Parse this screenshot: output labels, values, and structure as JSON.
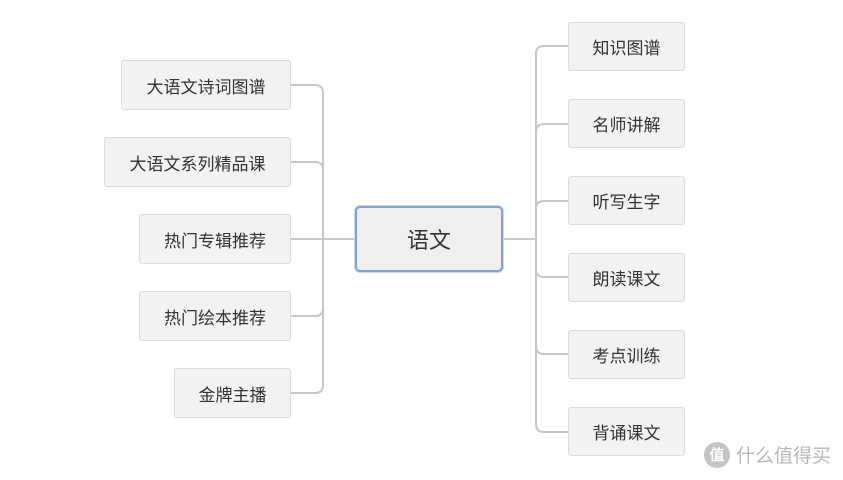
{
  "center": {
    "label": "语文"
  },
  "left_nodes": [
    {
      "label": "大语文诗词图谱"
    },
    {
      "label": "大语文系列精品课"
    },
    {
      "label": "热门专辑推荐"
    },
    {
      "label": "热门绘本推荐"
    },
    {
      "label": "金牌主播"
    }
  ],
  "right_nodes": [
    {
      "label": "知识图谱"
    },
    {
      "label": "名师讲解"
    },
    {
      "label": "听写生字"
    },
    {
      "label": "朗读课文"
    },
    {
      "label": "考点训练"
    },
    {
      "label": "背诵课文"
    }
  ],
  "watermark": {
    "icon": "值",
    "text": "什么值得买"
  },
  "colors": {
    "connector": "#c8c8c8",
    "center_border": "#7ea3d8",
    "node_bg": "#f2f2f2"
  }
}
